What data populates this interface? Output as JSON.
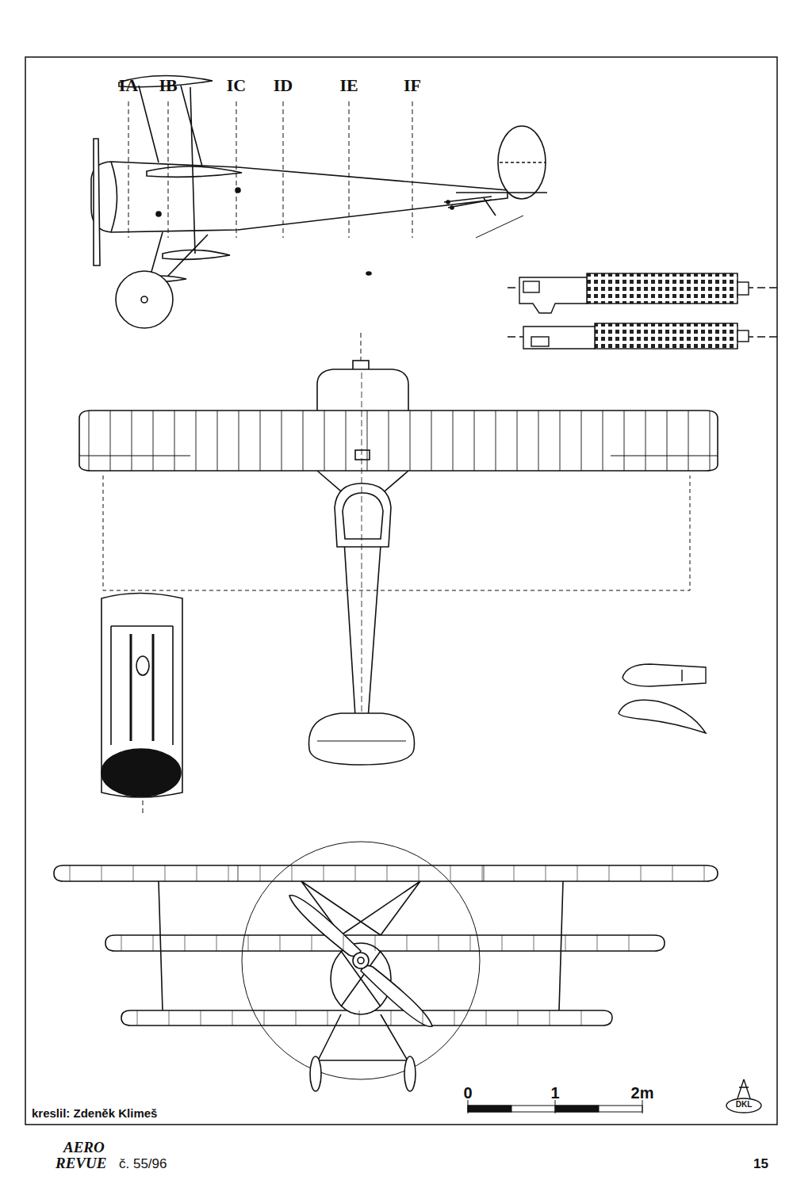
{
  "diagram": {
    "labels": [
      "IA",
      "IB",
      "IC",
      "ID",
      "IE",
      "IF",
      "0",
      "1",
      "2m",
      "DKL",
      "kreslil: Zdeněk Klimeš",
      "AERO",
      "REVUE",
      "č. 55/96",
      "15"
    ]
  }
}
